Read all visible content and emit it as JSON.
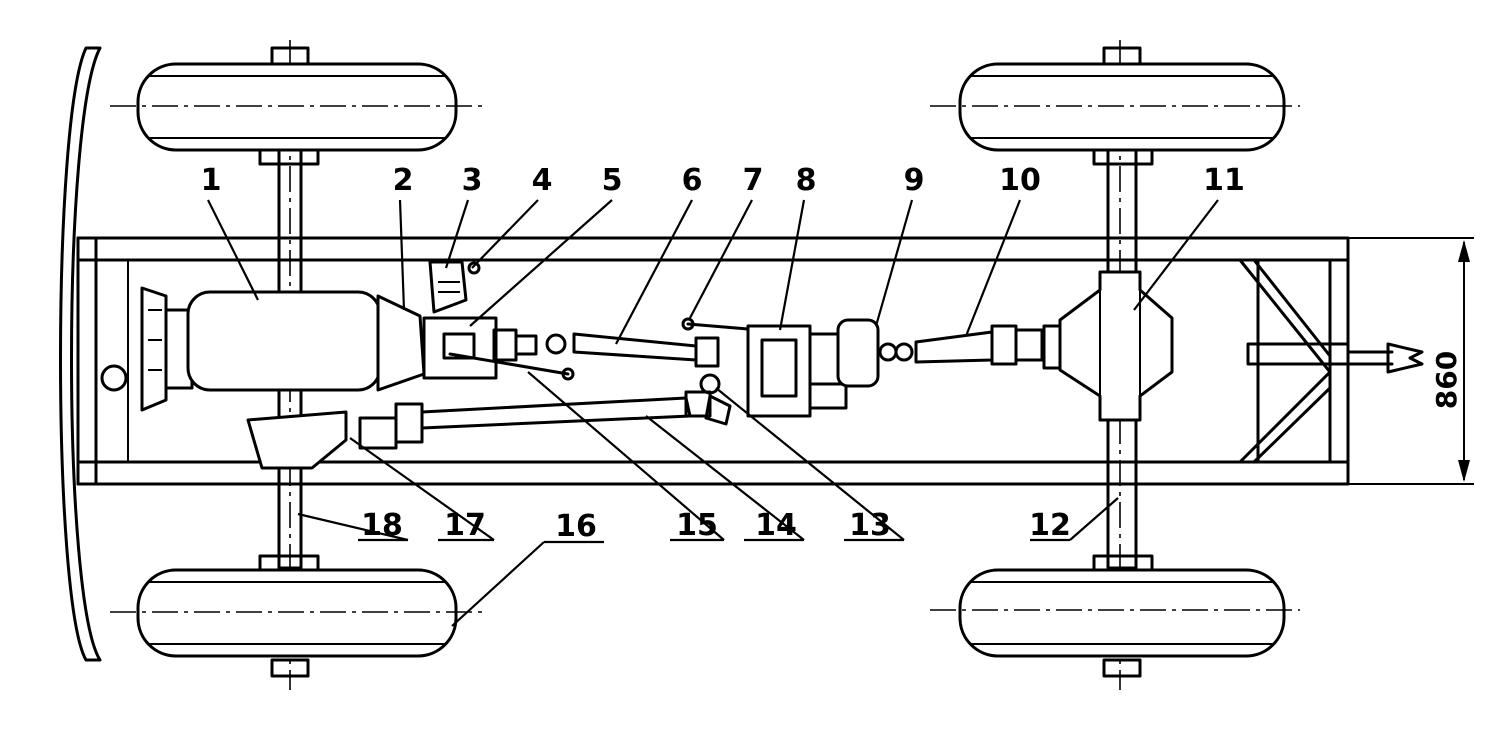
{
  "diagram": {
    "dimension_label": "860",
    "callouts": [
      "1",
      "2",
      "3",
      "4",
      "5",
      "6",
      "7",
      "8",
      "9",
      "10",
      "11",
      "12",
      "13",
      "14",
      "15",
      "16",
      "17",
      "18"
    ]
  }
}
